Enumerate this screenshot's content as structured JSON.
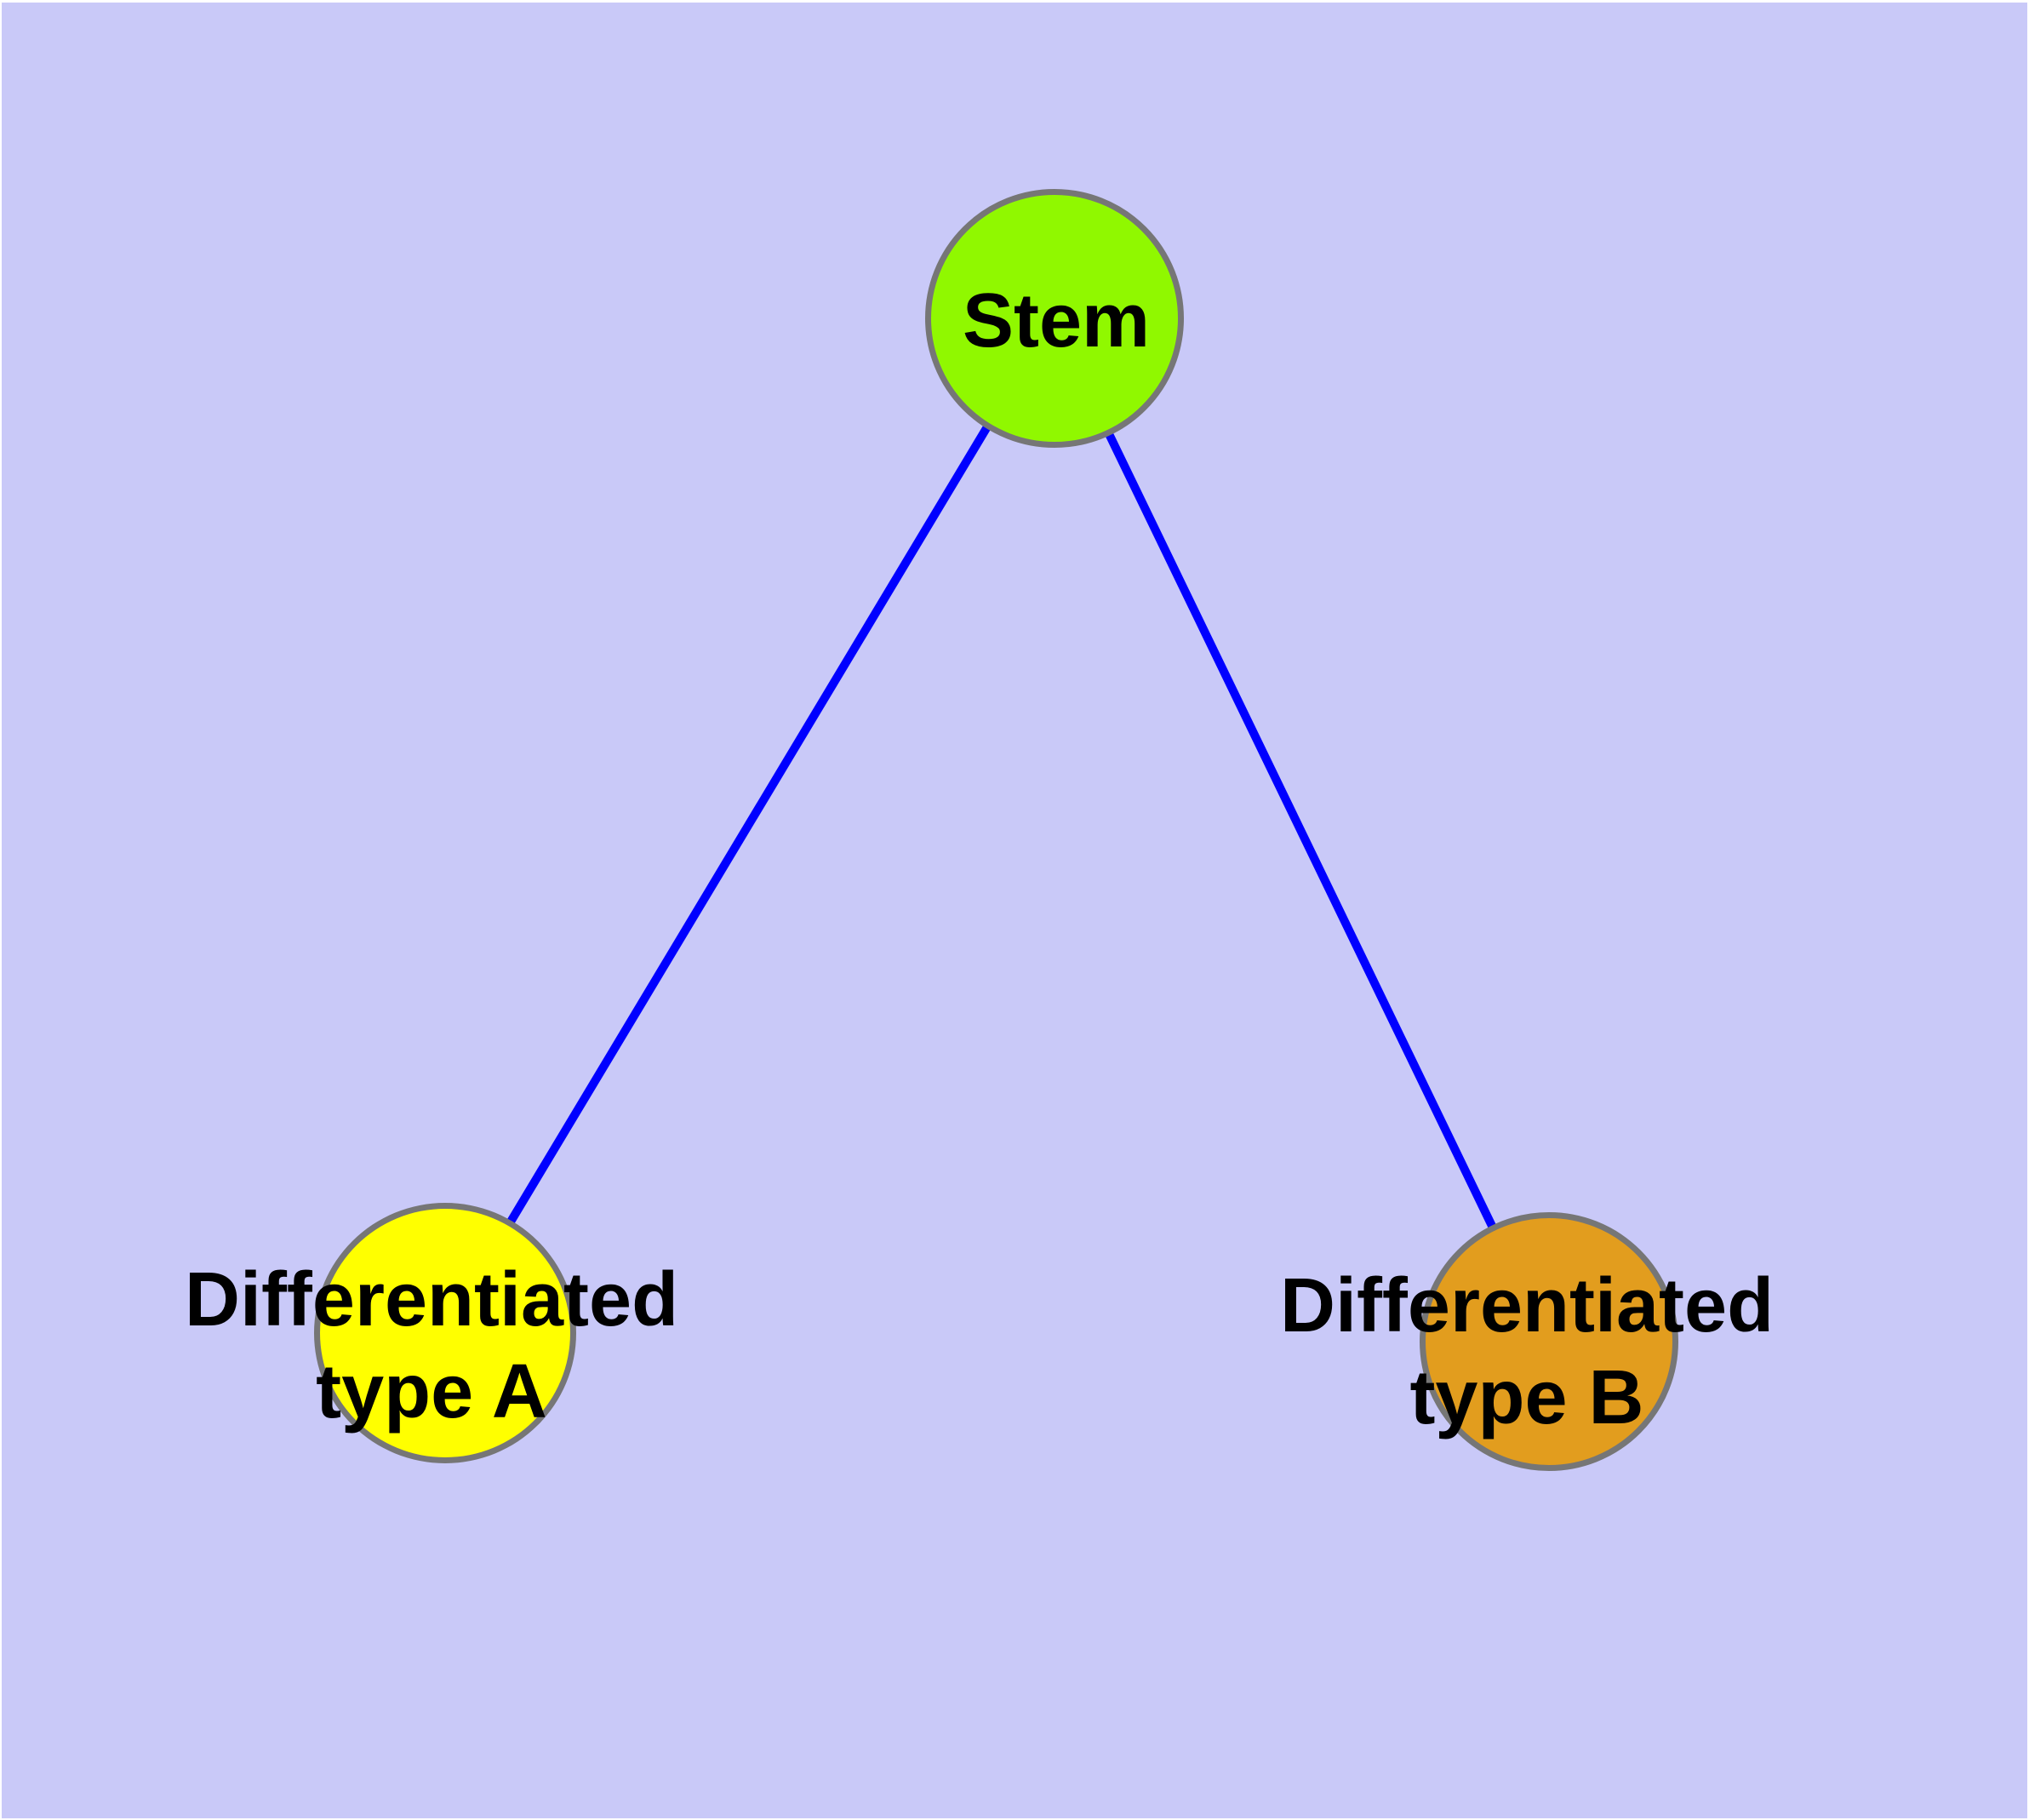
{
  "diagram": {
    "background_color": "#C9C9F8",
    "frame_color": "#FFFFFF",
    "edge_color": "#0000FF",
    "node_border_color": "#767676",
    "text_color": "#000000",
    "nodes": [
      {
        "id": "stem",
        "label": "Stem",
        "fill": "#90F800"
      },
      {
        "id": "differentiated-type-a",
        "label": "Differentiated\ntype A",
        "fill": "#FFFF00"
      },
      {
        "id": "differentiated-type-b",
        "label": "Differentiated\ntype B",
        "fill": "#E29D1E"
      }
    ],
    "edges": [
      {
        "from": "Stem",
        "to": "Differentiated type A"
      },
      {
        "from": "Stem",
        "to": "Differentiated type B"
      }
    ]
  }
}
